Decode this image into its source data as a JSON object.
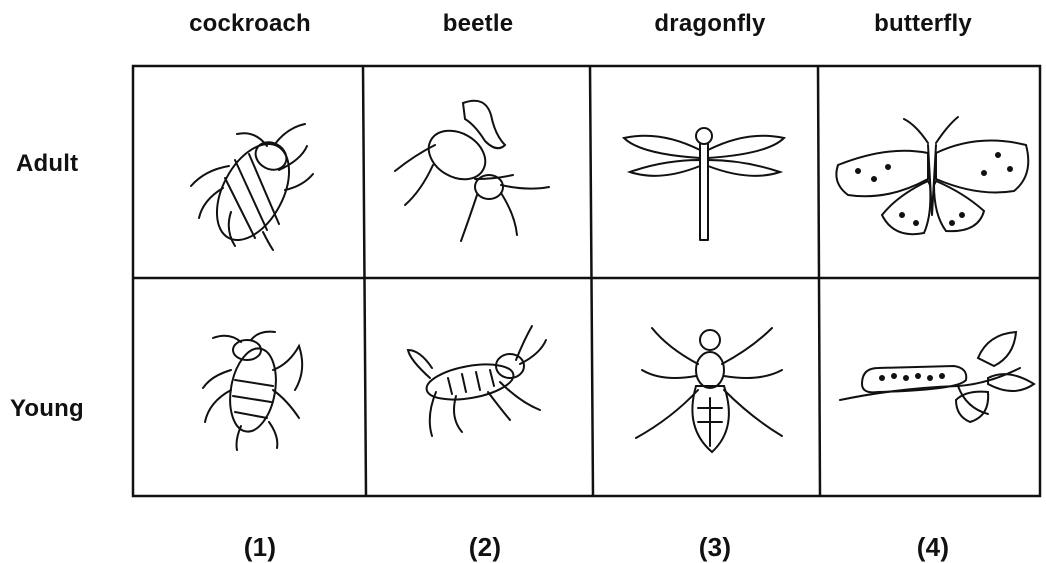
{
  "columns": [
    {
      "label": "cockroach",
      "number": "(1)"
    },
    {
      "label": "beetle",
      "number": "(2)"
    },
    {
      "label": "dragonfly",
      "number": "(3)"
    },
    {
      "label": "butterfly",
      "number": "(4)"
    }
  ],
  "rows": [
    {
      "label": "Adult"
    },
    {
      "label": "Young"
    }
  ],
  "illustrations": {
    "adult": [
      "cockroach-adult",
      "beetle-adult",
      "dragonfly-adult",
      "butterfly-adult"
    ],
    "young": [
      "cockroach-nymph",
      "beetle-larva-grasshopper-like",
      "dragonfly-nymph",
      "caterpillar-on-leaf"
    ]
  }
}
